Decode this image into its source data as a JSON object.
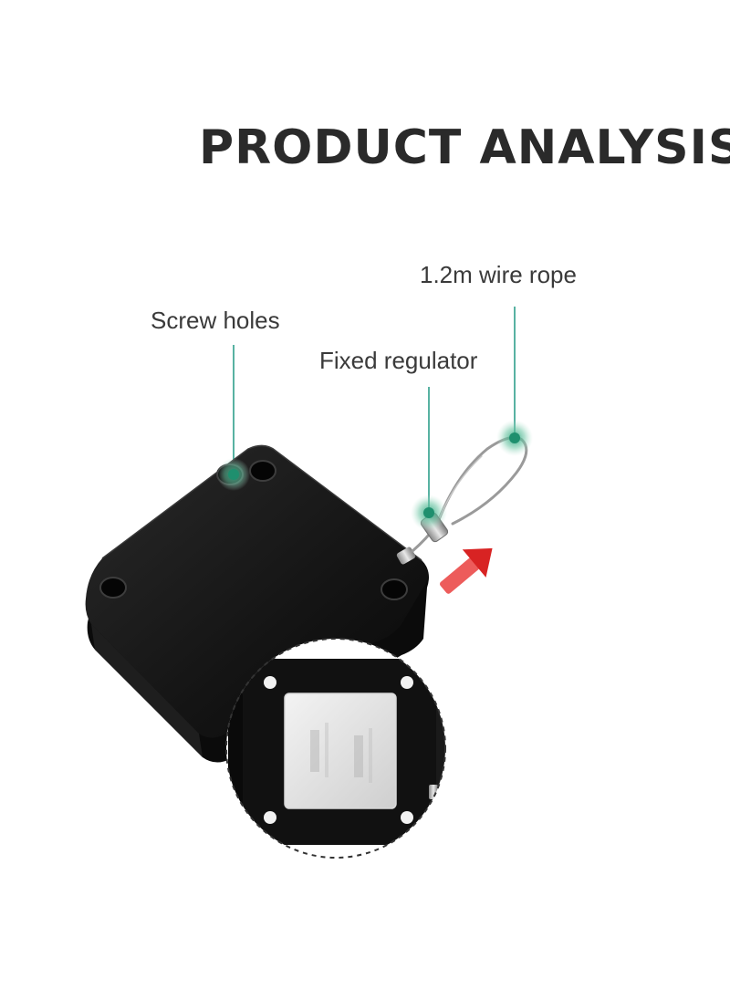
{
  "title": "PRODUCT  ANALYSIS",
  "labels": {
    "screw_holes": "Screw holes",
    "fixed_regulator": "Fixed regulator",
    "wire_rope": "1.2m wire rope"
  },
  "colors": {
    "callout_line": "#2e9e8a",
    "callout_dot": "#1f8f6e",
    "product_body": "#151515",
    "arrow": "#e0302f"
  },
  "icons": {
    "direction_arrow": "red-arrow-icon"
  }
}
